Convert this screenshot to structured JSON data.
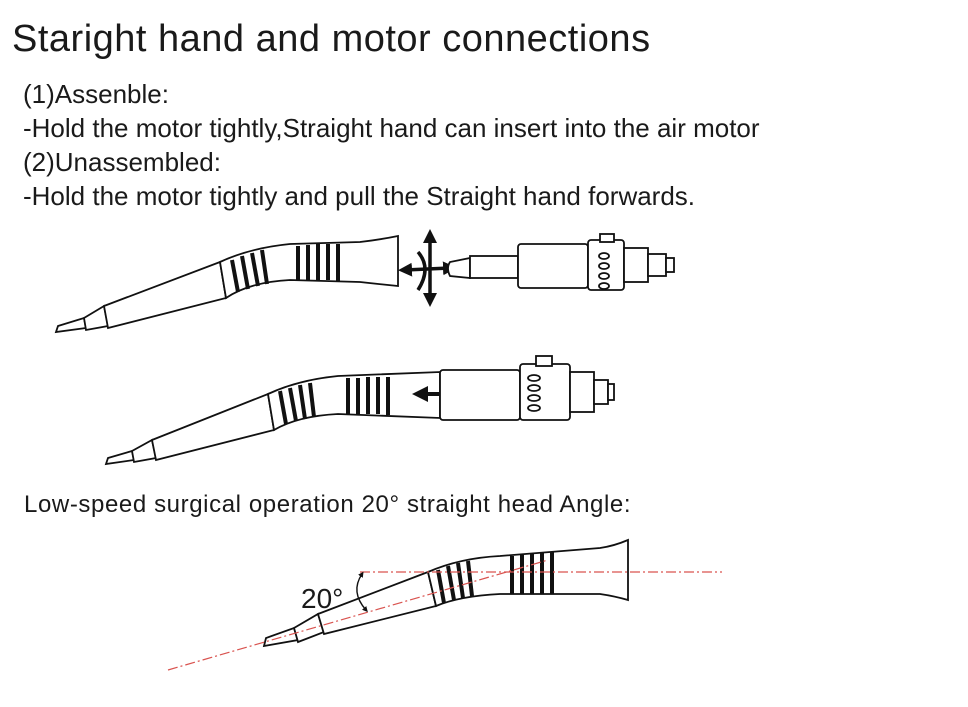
{
  "title": "Staright hand and motor connections",
  "steps": [
    "(1)Assenble:",
    "-Hold the motor tightly,Straight hand can insert into the air motor",
    "(2)Unassembled:",
    "-Hold the motor tightly and pull the Straight hand forwards."
  ],
  "section2_heading": "Low-speed surgical operation 20° straight head Angle:",
  "angle_value": "20°"
}
